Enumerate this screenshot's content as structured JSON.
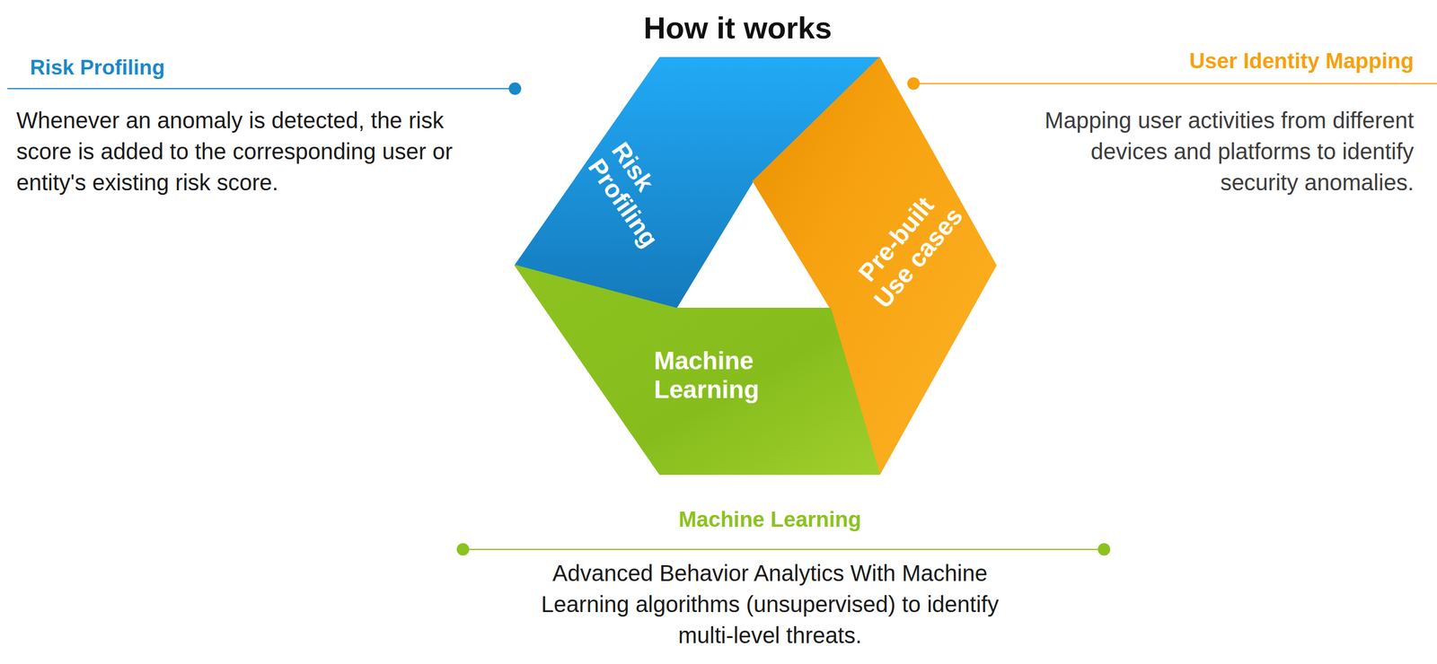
{
  "diagram": {
    "title": "How it works",
    "nodes": [
      {
        "text": [
          "Risk Profiling"
        ]
      },
      {
        "text": [
          "Pre-built Use cases"
        ]
      },
      {
        "text": [
          "Machine Learning"
        ]
      }
    ],
    "labels": [
      "Risk Profiling",
      "Whenever an anomaly is detected, the risk score is added to the corresponding user or entity's existing risk score.",
      "User Identity Mapping",
      "Mapping user activities from different devices and platforms to identify security anomalies.",
      "Machine Learning",
      "Advanced Behavior Analytics With Machine Learning algorithms (unsupervised) to identify multi-level threats."
    ]
  }
}
